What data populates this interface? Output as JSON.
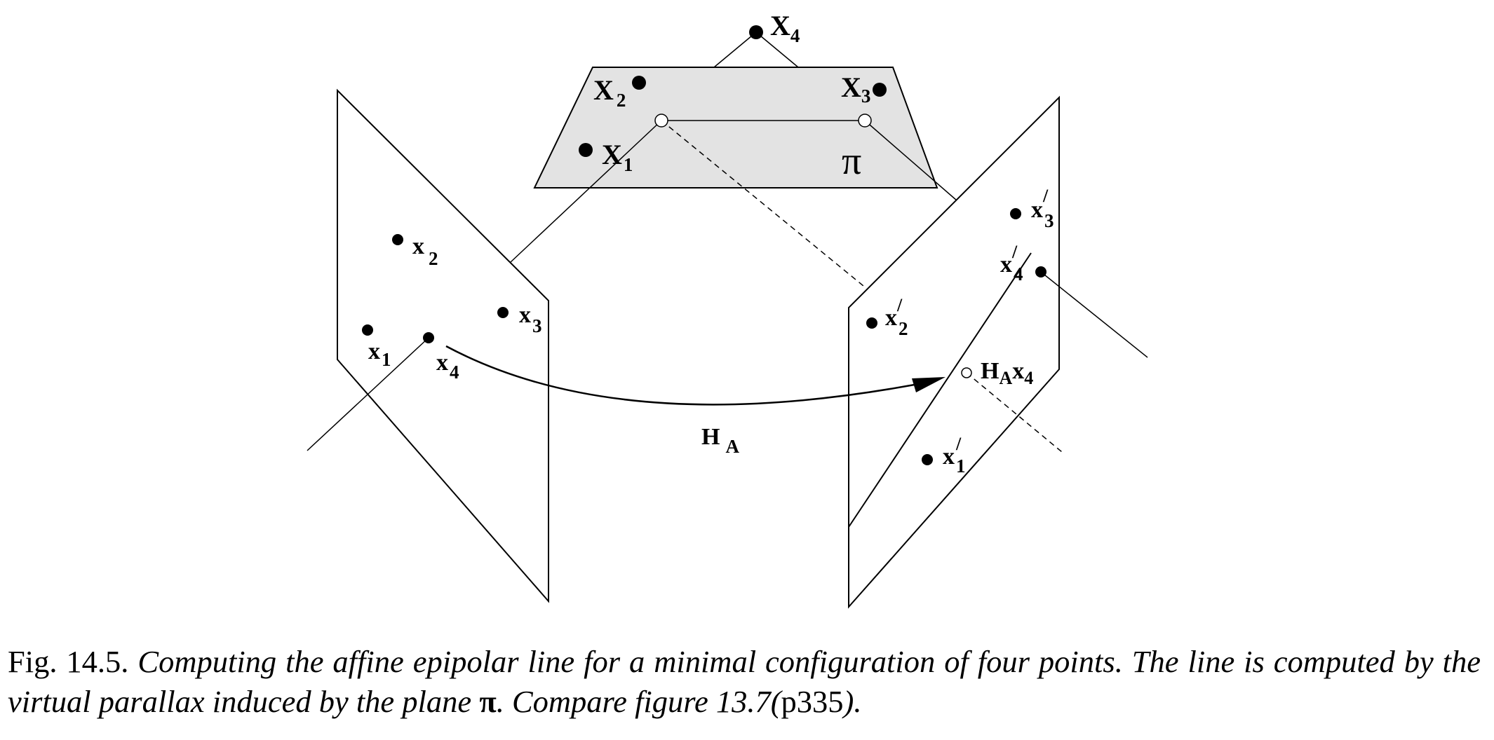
{
  "figure": {
    "labels": {
      "X4": "X",
      "X4_sub": "4",
      "X2": "X",
      "X2_sub": "2",
      "X3": "X",
      "X3_sub": "3",
      "X1": "X",
      "X1_sub": "1",
      "pi": "π",
      "x2": "x",
      "x2_sub": "2",
      "x3": "x",
      "x3_sub": "3",
      "x1": "x",
      "x1_sub": "1",
      "x4": "x",
      "x4_sub": "4",
      "HA": "H",
      "HA_sub": "A",
      "xp3": "x",
      "xp3_sub": "3",
      "xp4": "x",
      "xp4_sub": "4",
      "xp2": "x",
      "xp2_sub": "2",
      "xp1": "x",
      "xp1_sub": "1",
      "prime": "/",
      "HAx4_H": "H",
      "HAx4_A": "A",
      "HAx4_x": "x",
      "HAx4_4": "4"
    }
  },
  "caption": {
    "fig_label": "Fig. 14.5.",
    "text_1": "Computing the affine epipolar line for a minimal configuration of four points",
    "text_2": ". The line is computed by the virtual parallax induced by the plane ",
    "symbol": "π",
    "text_3": ". Compare figure 13.7(",
    "page_ref": "p335",
    "text_4": ")."
  }
}
